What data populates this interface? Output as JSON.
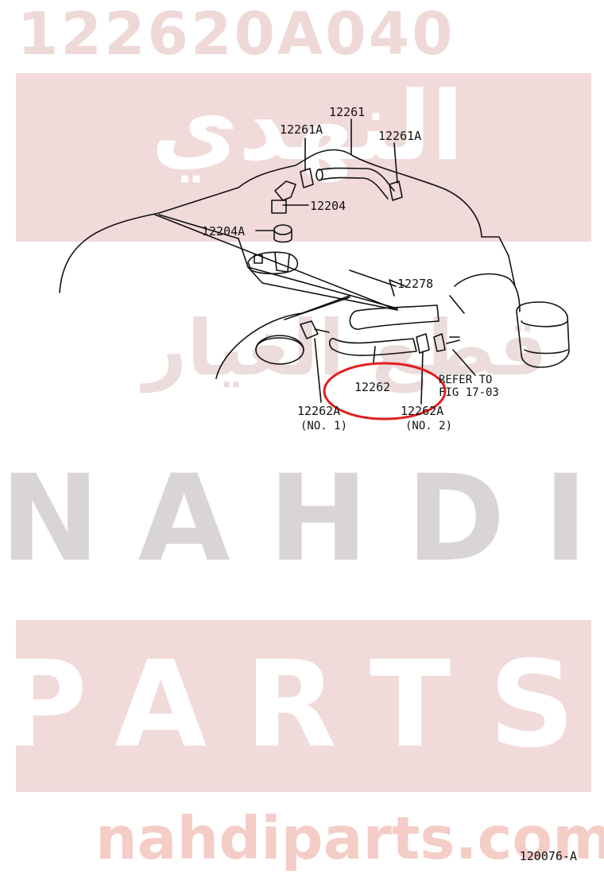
{
  "watermark": {
    "part_number": "122620A040",
    "arabic_text": "النهدي",
    "arabic_text_2": "قطع الغيار",
    "brand_line1": "NAHDI",
    "brand_line2": "PARTS",
    "url": "nahdiparts.com"
  },
  "callouts": {
    "c12261": "12261",
    "c12261a_left": "12261A",
    "c12261a_right": "12261A",
    "c12204": "12204",
    "c12204a": "12204A",
    "c12278": "12278",
    "c12262": "12262",
    "c12262a_no1": "12262A",
    "c12262a_no1_sub": "(NO. 1)",
    "c12262a_no2": "12262A",
    "c12262a_no2_sub": "(NO. 2)",
    "refer_line1": "REFER TO",
    "refer_line2": "FIG 17-03"
  },
  "figure_id": "120076-A",
  "colors": {
    "highlight": "#e02020",
    "band": "#f1dada",
    "watermark_text": "#ffffff",
    "line": "#111111"
  }
}
